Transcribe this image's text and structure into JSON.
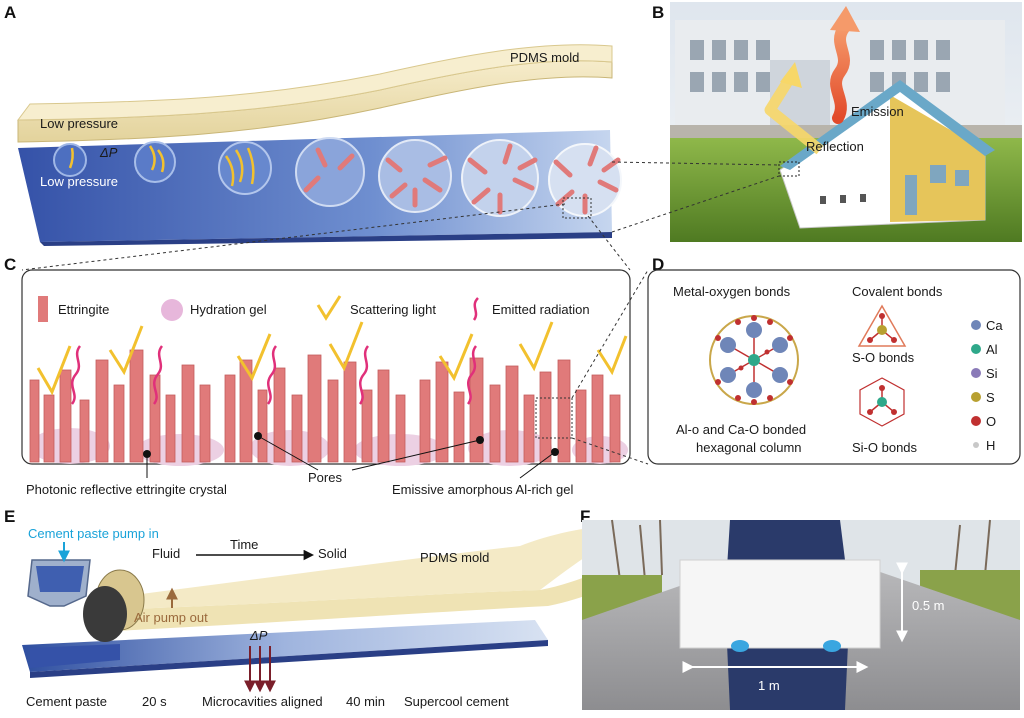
{
  "panel_letters": [
    "A",
    "B",
    "C",
    "D",
    "E",
    "F"
  ],
  "panel_a": {
    "mold_label": "PDMS mold",
    "low_pressure_top": "Low pressure",
    "delta_p": "ΔP",
    "low_pressure_bottom": "Low pressure"
  },
  "panel_b": {
    "emission": "Emission",
    "reflection": "Reflection"
  },
  "panel_c": {
    "legend": [
      "Ettringite",
      "Hydration gel",
      "Scattering light",
      "Emitted radiation"
    ],
    "callout_left": "Photonic reflective ettringite crystal",
    "callout_mid": "Pores",
    "callout_right": "Emissive amorphous Al-rich gel"
  },
  "panel_d": {
    "heading_left": "Metal-oxygen bonds",
    "heading_right": "Covalent bonds",
    "caption_left_1": "Al-o and Ca-O bonded",
    "caption_left_2": "hexagonal column",
    "so_bonds": "S-O bonds",
    "sio_bonds": "Si-O bonds",
    "elements": [
      {
        "symbol": "Ca",
        "color": "#6f86b8"
      },
      {
        "symbol": "Al",
        "color": "#2fa88a"
      },
      {
        "symbol": "Si",
        "color": "#8a7ab8"
      },
      {
        "symbol": "S",
        "color": "#b8a030"
      },
      {
        "symbol": "O",
        "color": "#c03030"
      },
      {
        "symbol": "H",
        "color": "#c8c8c8"
      }
    ]
  },
  "panel_e": {
    "pump_in": "Cement paste pump in",
    "fluid": "Fluid",
    "time": "Time",
    "solid": "Solid",
    "mold": "PDMS mold",
    "air_out": "Air pump out",
    "delta_p": "ΔP",
    "steps": [
      "Cement paste",
      "20 s",
      "Microcavities aligned",
      "40 min",
      "Supercool cement"
    ]
  },
  "panel_f": {
    "width_label": "1 m",
    "height_label": "0.5 m"
  },
  "colors": {
    "mold": "#efe3b4",
    "cement": "#3f5fb0",
    "crystal": "#e07a7a",
    "scatter": "#f2c12e",
    "emit": "#e0307a"
  }
}
